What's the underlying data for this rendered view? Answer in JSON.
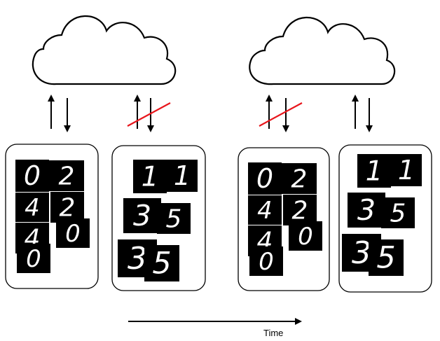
{
  "timeline": {
    "label": "Time"
  },
  "panels": [
    {
      "id": "t1",
      "clients": [
        {
          "id": "client-a",
          "upload_blocked": false,
          "download_blocked": false,
          "tiles": [
            {
              "digit": "0"
            },
            {
              "digit": "2"
            },
            {
              "digit": "4"
            },
            {
              "digit": "2"
            },
            {
              "digit": "4"
            },
            {
              "digit": "0"
            },
            {
              "digit": "0"
            }
          ]
        },
        {
          "id": "client-b",
          "upload_blocked": true,
          "download_blocked": true,
          "tiles": [
            {
              "digit": "1"
            },
            {
              "digit": "1"
            },
            {
              "digit": "3"
            },
            {
              "digit": "5"
            },
            {
              "digit": "3"
            },
            {
              "digit": "5"
            }
          ]
        }
      ]
    },
    {
      "id": "t2",
      "clients": [
        {
          "id": "client-a",
          "upload_blocked": true,
          "download_blocked": true,
          "tiles": [
            {
              "digit": "0"
            },
            {
              "digit": "2"
            },
            {
              "digit": "4"
            },
            {
              "digit": "2"
            },
            {
              "digit": "4"
            },
            {
              "digit": "0"
            },
            {
              "digit": "0"
            }
          ]
        },
        {
          "id": "client-b",
          "upload_blocked": false,
          "download_blocked": false,
          "tiles": [
            {
              "digit": "1"
            },
            {
              "digit": "1"
            },
            {
              "digit": "3"
            },
            {
              "digit": "5"
            },
            {
              "digit": "3"
            },
            {
              "digit": "5"
            }
          ]
        }
      ]
    }
  ],
  "colors": {
    "stroke": "#000000",
    "blocked_slash": "#e8161c",
    "tile_bg": "#000000",
    "digit": "#ffffff"
  }
}
